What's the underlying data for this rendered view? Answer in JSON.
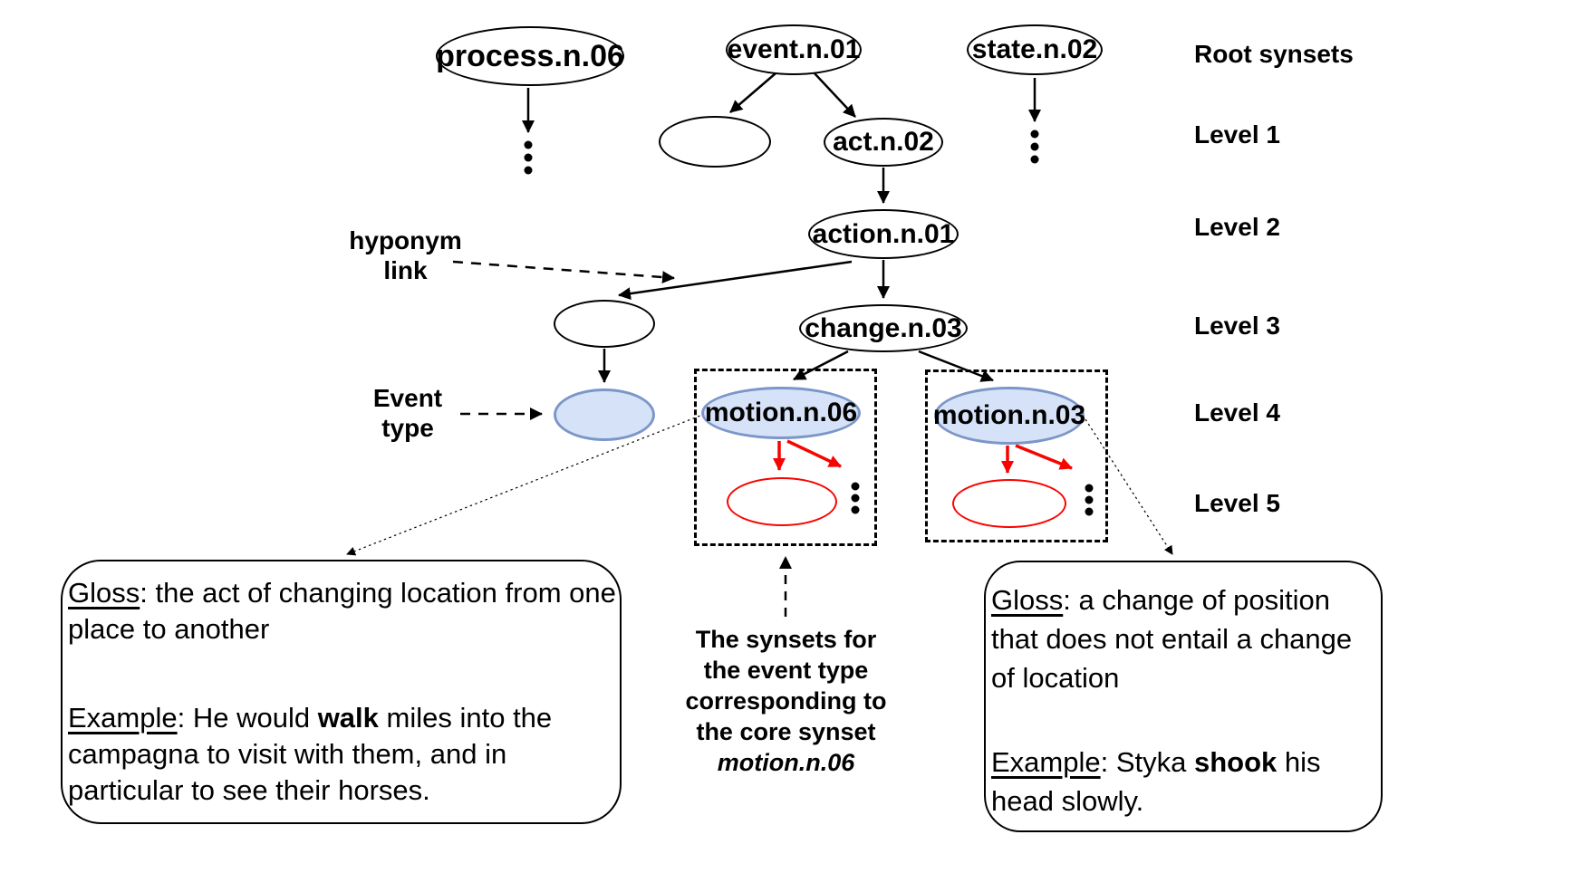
{
  "colors": {
    "blue_fill": "#d6e2f7",
    "blue_stroke": "#7b96c8",
    "red": "#f80400",
    "black": "#000000"
  },
  "nodes": {
    "process": "process.n.06",
    "event": "event.n.01",
    "state": "state.n.02",
    "act": "act.n.02",
    "action": "action.n.01",
    "change": "change.n.03",
    "motion06": "motion.n.06",
    "motion03": "motion.n.03"
  },
  "side_labels": {
    "root": "Root synsets",
    "level1": "Level 1",
    "level2": "Level 2",
    "level3": "Level 3",
    "level4": "Level 4",
    "level5": "Level 5"
  },
  "annotations": {
    "hyponym_line1": "hyponym",
    "hyponym_line2": "link",
    "event_type_line1": "Event",
    "event_type_line2": "type",
    "caption_line1": "The synsets for",
    "caption_line2": "the event type",
    "caption_line3": "corresponding to",
    "caption_line4": "the core synset",
    "caption_line5": "motion.n.06"
  },
  "gloss_left": {
    "gloss_label": "Gloss",
    "gloss_text": ": the act of changing location from one place to another",
    "example_label": "Example",
    "example_pre": ": He would ",
    "example_bold": "walk",
    "example_post": " miles into the campagna to visit with them, and in particular to see their horses."
  },
  "gloss_right": {
    "gloss_label": "Gloss",
    "gloss_text": ": a change of position that does not entail a change of location",
    "example_label": "Example",
    "example_pre": ": Styka ",
    "example_bold": "shook",
    "example_post": " his head slowly."
  }
}
